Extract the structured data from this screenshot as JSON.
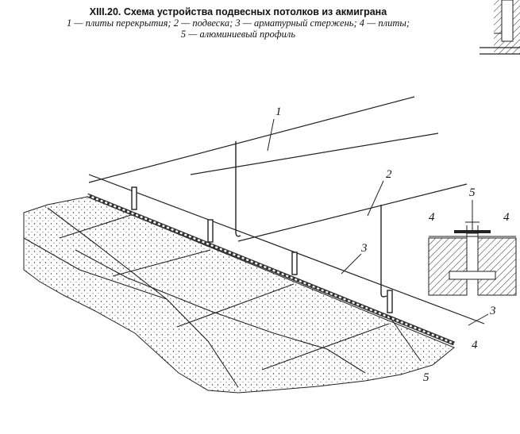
{
  "caption": {
    "title": "XIII.20. Схема устройства подвесных потолков из акмиграна",
    "legend_line1": "1 — плиты перекрытия; 2 — подвеска; 3 — арматурный стержень; 4 — плиты;",
    "legend_line2": "5 — алюминиевый профиль"
  },
  "labels": {
    "l1": "1",
    "l2": "2",
    "l3a": "3",
    "l3b": "3",
    "l4a": "4",
    "l4b": "4",
    "l4c": "4",
    "l5a": "5",
    "l5b": "5"
  }
}
